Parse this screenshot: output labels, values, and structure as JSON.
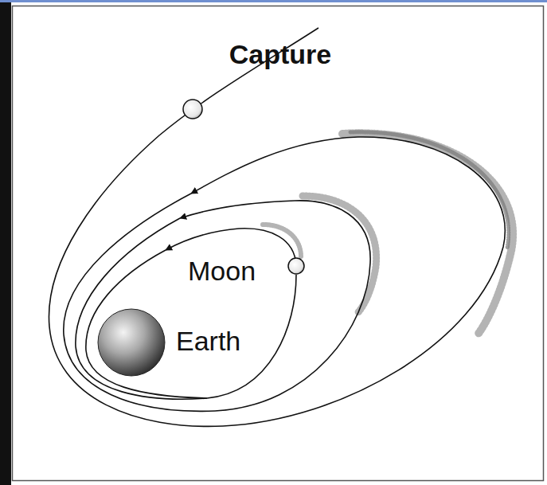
{
  "diagram": {
    "title": "Capture",
    "labels": [
      "Moon",
      "Earth"
    ]
  }
}
